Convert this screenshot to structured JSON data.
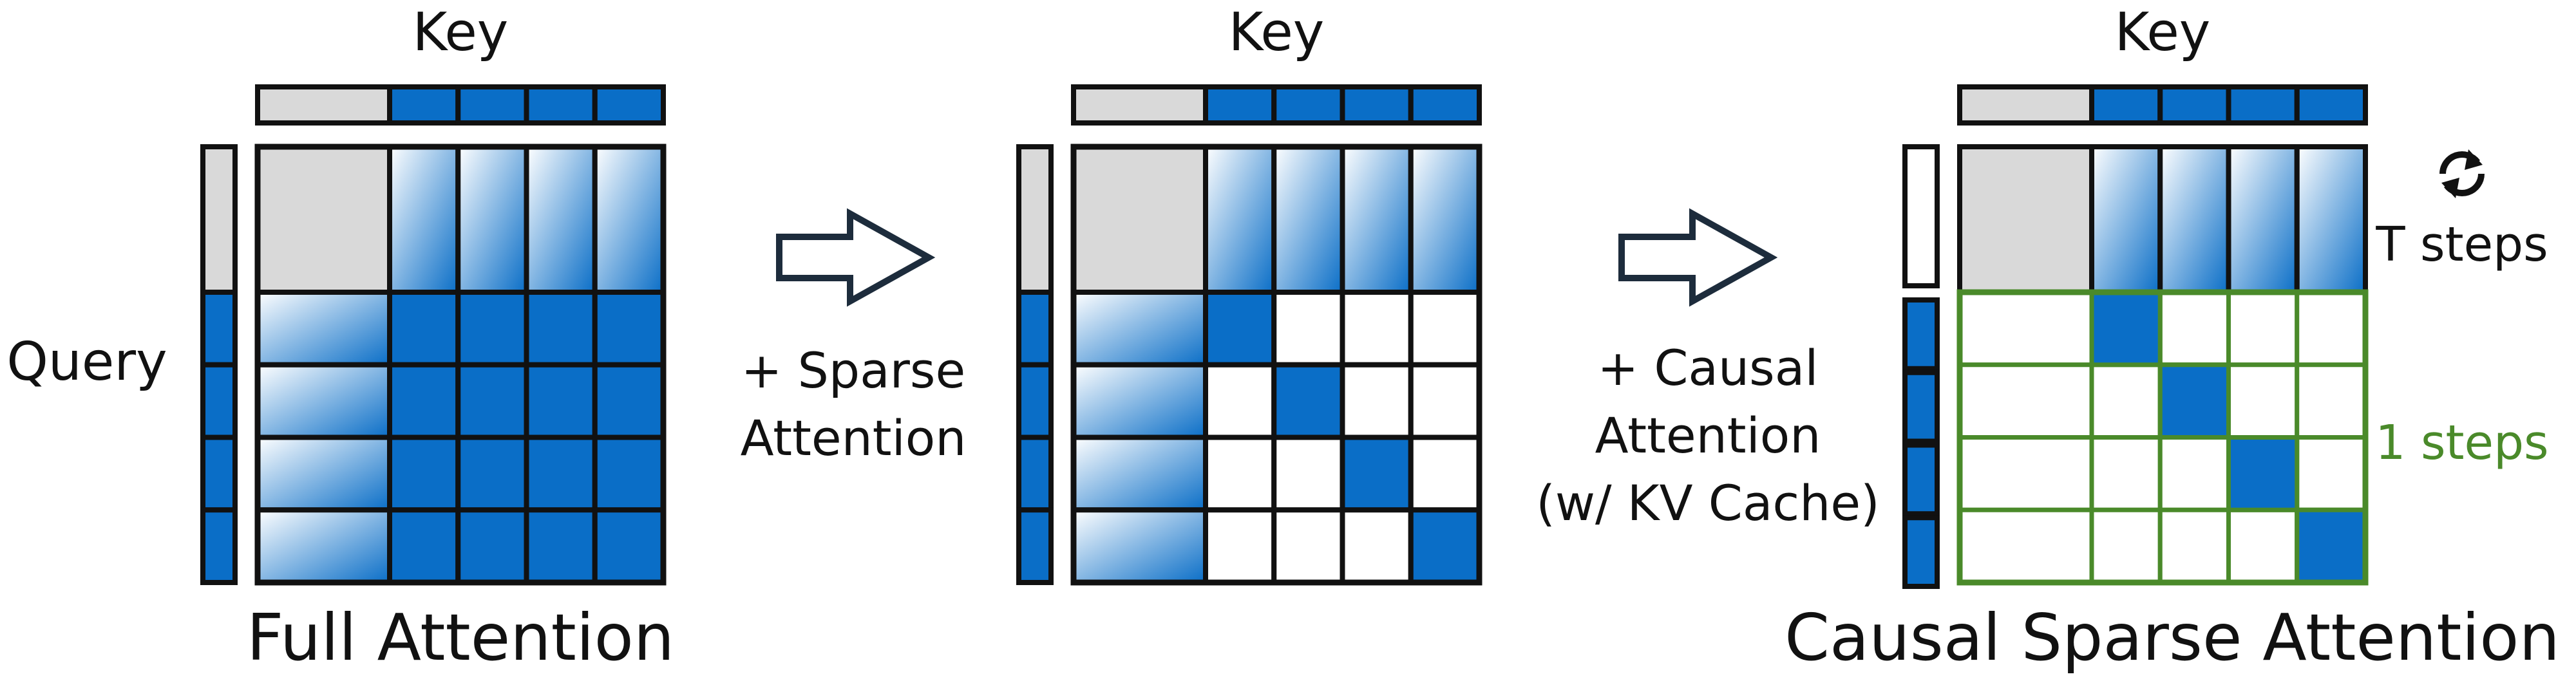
{
  "colors": {
    "blue": "#0a6ec7",
    "gray": "#d9d9d9",
    "green": "#4a8a2a",
    "border": "#111111",
    "arrow": "#1d2c3c"
  },
  "panels": [
    {
      "key_label": "Key",
      "query_label": "Query",
      "caption": "Full Attention",
      "mode": "full"
    },
    {
      "key_label": "Key",
      "caption": "",
      "mode": "sparse"
    },
    {
      "key_label": "Key",
      "caption": "Causal Sparse Attention",
      "mode": "causal",
      "top_label": "T steps",
      "bottom_label": "1 steps",
      "refresh_icon": "refresh-icon"
    }
  ],
  "arrows": [
    {
      "label_lines": [
        "+ Sparse",
        "Attention"
      ]
    },
    {
      "label_lines": [
        "+ Causal",
        "Attention",
        "(w/ KV Cache)"
      ]
    }
  ]
}
